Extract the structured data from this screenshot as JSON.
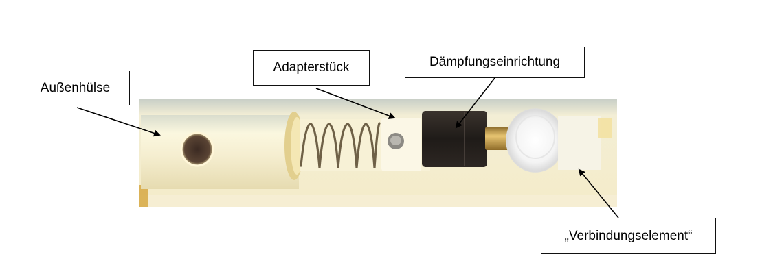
{
  "labels": {
    "outer_sleeve": "Außenhülse",
    "adapter": "Adapterstück",
    "damper": "Dämpfungseinrichtung",
    "connector": "„Verbindungselement“"
  },
  "colors": {
    "tube": "#f2eccc",
    "damper_body": "#2a2522",
    "brass": "#c9a04a",
    "spring": "#7a6b52",
    "background_photo": "#f7f1d4"
  }
}
